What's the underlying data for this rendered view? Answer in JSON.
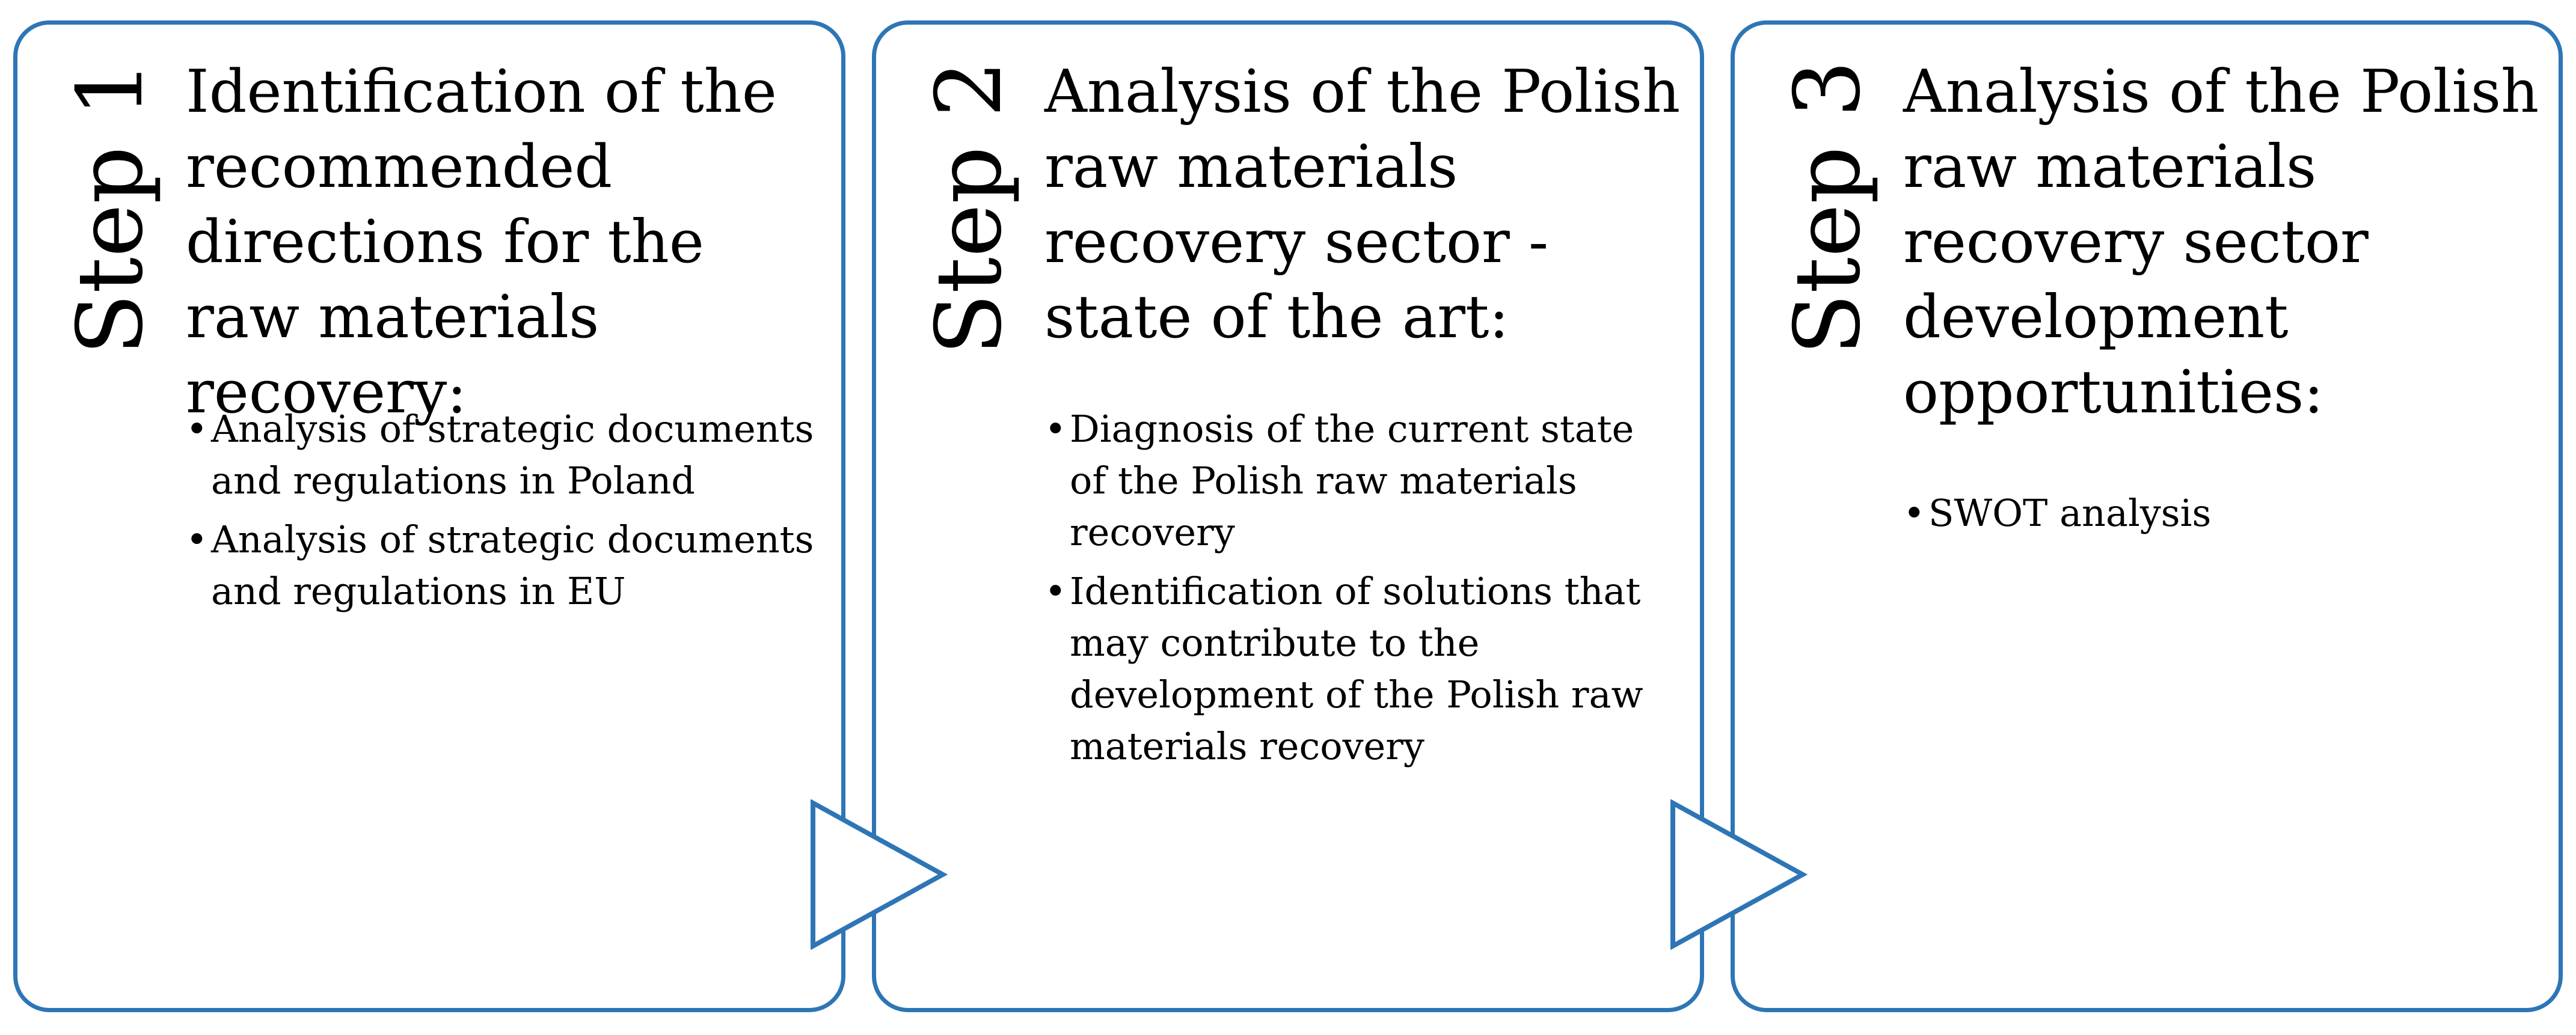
{
  "steps": [
    {
      "label": "Step 1",
      "title": "Identification of the recommended directions for the raw materials recovery:",
      "bullets": [
        "Analysis of strategic documents and regulations in Poland",
        "Analysis of strategic documents and regulations in EU"
      ]
    },
    {
      "label": "Step 2",
      "title": "Analysis of the Polish raw materials recovery sector - state of the art:",
      "bullets": [
        "Diagnosis of the current state of the Polish raw materials recovery",
        "Identification of solutions that may contribute to the development of the Polish raw materials recovery"
      ]
    },
    {
      "label": "Step 3",
      "title": "Analysis of the Polish raw materials recovery sector development opportunities:",
      "bullets": [
        "SWOT analysis"
      ]
    }
  ],
  "bullet_symbol": "•",
  "colors": {
    "border": "#2e75b6",
    "text": "#000000",
    "background": "#ffffff"
  }
}
